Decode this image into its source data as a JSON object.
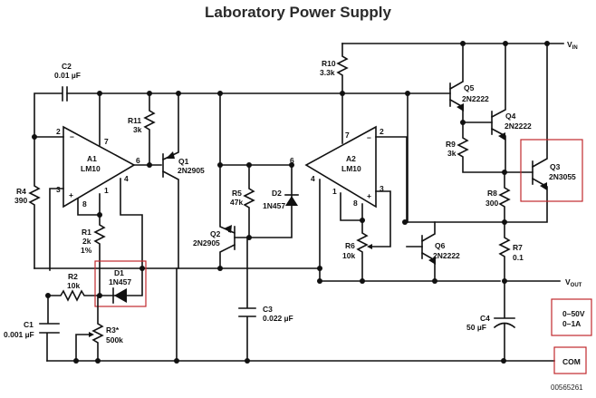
{
  "title": "Laboratory Power Supply",
  "figure_id": "00565261",
  "nets": {
    "vin": "V",
    "vin_sub": "IN",
    "vout": "V",
    "vout_sub": "OUT",
    "com": "COM"
  },
  "spec": {
    "voltage": "0–50V",
    "current": "0–1A"
  },
  "components": {
    "C1": {
      "ref": "C1",
      "value": "0.001 µF"
    },
    "C2": {
      "ref": "C2",
      "value": "0.01 µF"
    },
    "C3": {
      "ref": "C3",
      "value": "0.022 µF"
    },
    "C4": {
      "ref": "C4",
      "value": "50 µF"
    },
    "R1": {
      "ref": "R1",
      "value": "2k",
      "tol": "1%"
    },
    "R2": {
      "ref": "R2",
      "value": "10k"
    },
    "R3": {
      "ref": "R3*",
      "value": "500k"
    },
    "R4": {
      "ref": "R4",
      "value": "390"
    },
    "R5": {
      "ref": "R5",
      "value": "47k"
    },
    "R6": {
      "ref": "R6",
      "value": "10k"
    },
    "R7": {
      "ref": "R7",
      "value": "0.1"
    },
    "R8": {
      "ref": "R8",
      "value": "300"
    },
    "R9": {
      "ref": "R9",
      "value": "3k"
    },
    "R10": {
      "ref": "R10",
      "value": "3.3k"
    },
    "R11": {
      "ref": "R11",
      "value": "3k"
    },
    "D1": {
      "ref": "D1",
      "value": "1N457"
    },
    "D2": {
      "ref": "D2",
      "value": "1N457"
    },
    "Q1": {
      "ref": "Q1",
      "value": "2N2905"
    },
    "Q2": {
      "ref": "Q2",
      "value": "2N2905"
    },
    "Q3": {
      "ref": "Q3",
      "value": "2N3055"
    },
    "Q4": {
      "ref": "Q4",
      "value": "2N2222"
    },
    "Q5": {
      "ref": "Q5",
      "value": "2N2222"
    },
    "Q6": {
      "ref": "Q6",
      "value": "2N2222"
    },
    "A1": {
      "ref": "A1",
      "value": "LM10"
    },
    "A2": {
      "ref": "A2",
      "value": "LM10"
    }
  },
  "pins": {
    "a1": {
      "inv": "2",
      "noninv": "3",
      "p7": "7",
      "out": "6",
      "p4": "4",
      "p1": "1",
      "p8": "8",
      "minus": "−",
      "plus": "+"
    },
    "a2": {
      "inv": "2",
      "noninv": "3",
      "p7": "7",
      "out": "6",
      "p4": "4",
      "p1": "1",
      "p8": "8",
      "minus": "−",
      "plus": "+"
    }
  }
}
